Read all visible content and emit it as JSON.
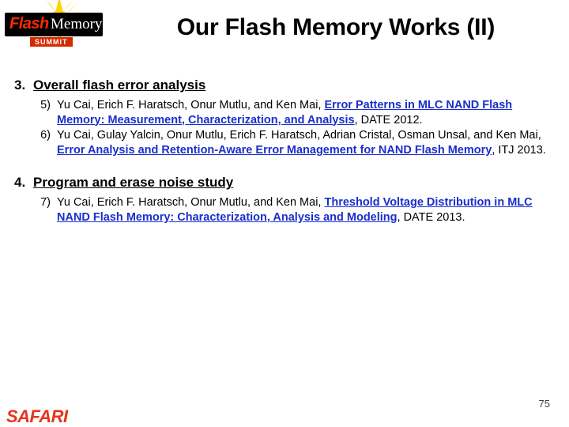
{
  "slide": {
    "title": "Our Flash Memory Works (II)",
    "page_number": "75"
  },
  "logo": {
    "flash_text": "Flash",
    "memory_text": "Memory",
    "summit_text": "SUMMIT",
    "footer_text": "SAFARI"
  },
  "sections": [
    {
      "number": "3.",
      "heading": "Overall flash error analysis",
      "references": [
        {
          "number": "5)",
          "authors_prefix": "Yu Cai, Erich F. Haratsch, Onur Mutlu, and Ken Mai, ",
          "title": "Error Patterns in MLC NAND Flash Memory: Measurement, Characterization, and Analysis",
          "suffix": ", DATE 2012."
        },
        {
          "number": "6)",
          "authors_prefix": "Yu Cai, Gulay Yalcin, Onur Mutlu, Erich F. Haratsch, Adrian Cristal, Osman Unsal, and Ken Mai, ",
          "title": "Error Analysis and Retention-Aware Error Management for NAND Flash Memory",
          "suffix": ", ITJ 2013."
        }
      ]
    },
    {
      "number": "4.",
      "heading": "Program and erase noise study",
      "references": [
        {
          "number": "7)",
          "authors_prefix": "Yu Cai, Erich F. Haratsch, Onur Mutlu, and Ken Mai, ",
          "title": "Threshold Voltage Distribution in MLC NAND Flash Memory: Characterization, Analysis and Modeling",
          "suffix": ", DATE 2013."
        }
      ]
    }
  ],
  "colors": {
    "link": "#1a2ecb",
    "logo_red": "#ff2a00",
    "footer_red": "#e8331c"
  }
}
